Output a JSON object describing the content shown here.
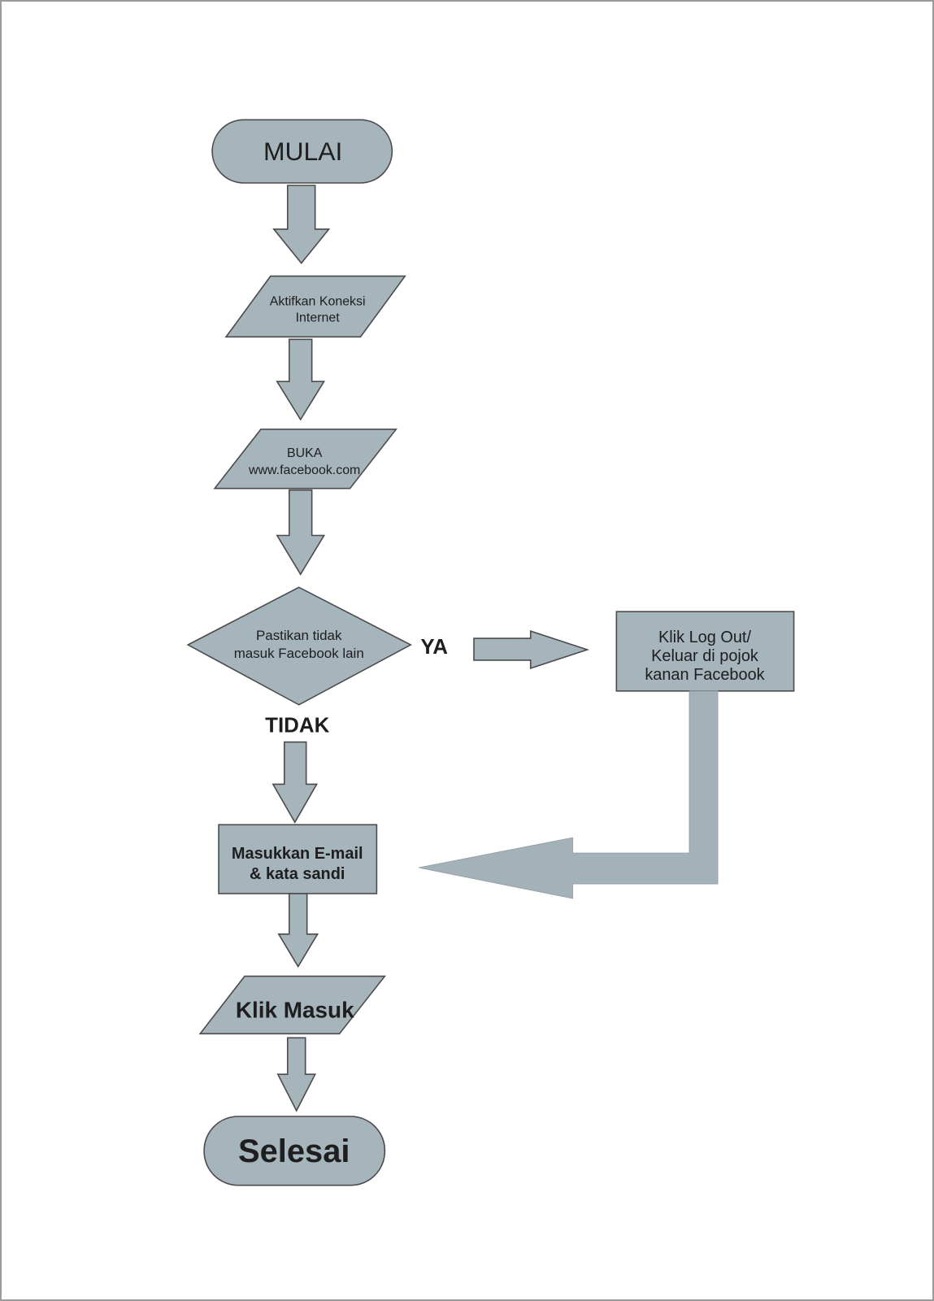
{
  "page": {
    "background": "#ffffff",
    "border_color": "#9b9b9b"
  },
  "colors": {
    "shape_fill": "#a6b4bc",
    "shape_stroke": "#4b4b4b",
    "return_arrow_fill": "#a3b1b9",
    "return_arrow_stroke": "#97a1a7",
    "text": "#1e1e1e"
  },
  "flowchart": {
    "nodes": {
      "start": {
        "shape": "terminator",
        "label": "MULAI"
      },
      "activate_internet": {
        "shape": "input-output",
        "line1": "Aktifkan Koneksi",
        "line2": "Internet"
      },
      "open_facebook": {
        "shape": "input-output",
        "line1": "BUKA",
        "line2": "www.facebook.com"
      },
      "check_other_login": {
        "shape": "decision",
        "line1": "Pastikan tidak",
        "line2": "masuk Facebook lain"
      },
      "logout": {
        "shape": "process",
        "line1": "Klik Log Out/",
        "line2": "Keluar di pojok",
        "line3": "kanan Facebook"
      },
      "enter_credentials": {
        "shape": "process",
        "line1": "Masukkan E-mail",
        "line2": "& kata sandi"
      },
      "click_login": {
        "shape": "input-output",
        "label": "Klik Masuk"
      },
      "end": {
        "shape": "terminator",
        "label": "Selesai"
      }
    },
    "branch_labels": {
      "yes": "YA",
      "no": "TIDAK"
    }
  }
}
